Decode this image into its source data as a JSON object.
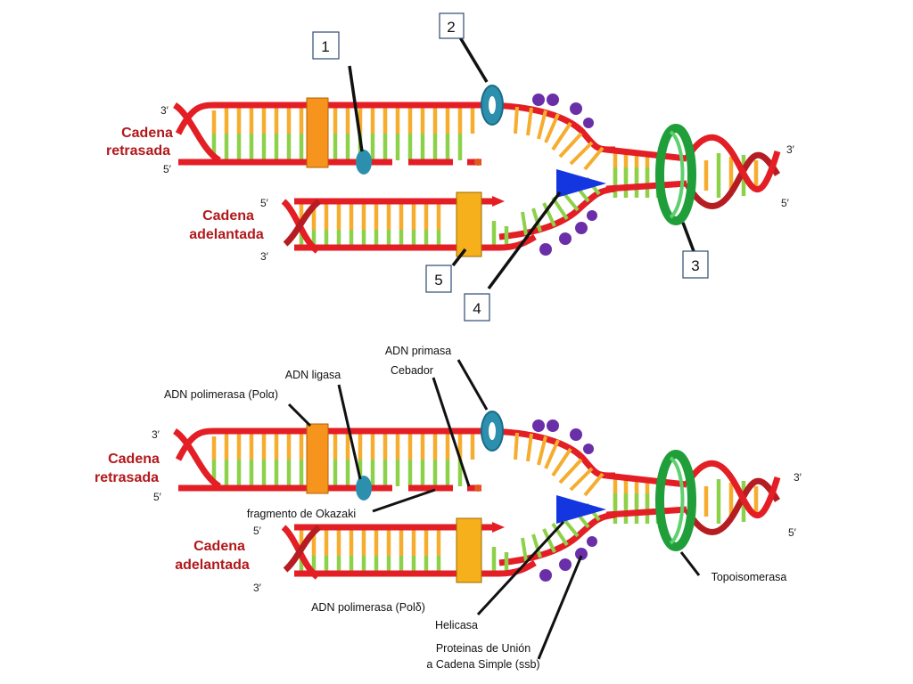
{
  "colors": {
    "backbone": "#e31e24",
    "rung_orange": "#f6ad2e",
    "rung_green": "#8dd14a",
    "polymerase": "#f7941d",
    "primase": "#2c8fae",
    "ligase": "#2c8fae",
    "ssb": "#6a2fa8",
    "helicase": "#1436e0",
    "topoisomerase": "#1f9e3a",
    "strand_label": "#b2181b"
  },
  "top_diagram": {
    "numbers": [
      "1",
      "2",
      "3",
      "4",
      "5"
    ]
  },
  "bottom_diagram": {
    "labels": {
      "dna_primase": "ADN primasa",
      "primer": "Cebador",
      "dna_ligase": "ADN ligasa",
      "pol_alpha": "ADN polimerasa (Polα)",
      "okazaki": "fragmento de Okazaki",
      "pol_delta": "ADN polimerasa (Polδ)",
      "helicase": "Helicasa",
      "ssb_line1": "Proteinas de Unión",
      "ssb_line2": "a Cadena Simple (ssb)",
      "topoisomerase": "Topoisomerasa"
    }
  },
  "strands": {
    "lagging_line1": "Cadena",
    "lagging_line2": "retrasada",
    "leading_line1": "Cadena",
    "leading_line2": "adelantada"
  },
  "ends": {
    "three_prime": "3′",
    "five_prime": "5′"
  }
}
